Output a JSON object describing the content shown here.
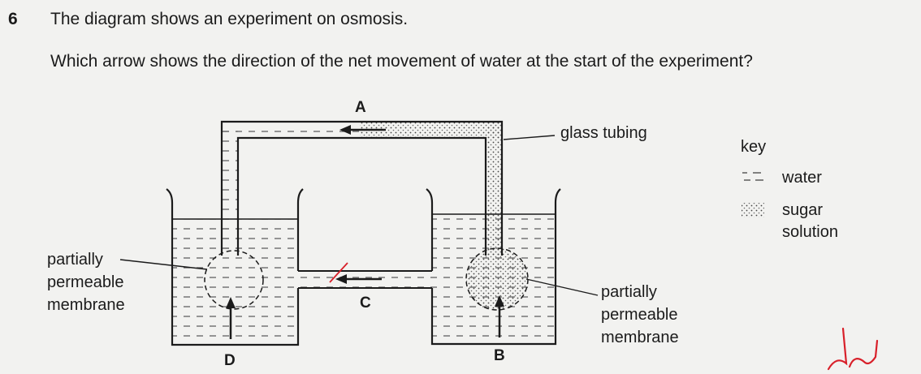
{
  "question": {
    "number": "6",
    "intro": "The diagram shows an experiment on osmosis.",
    "prompt": "Which arrow shows the direction of the net movement of water at the start of the experiment?"
  },
  "diagram": {
    "arrow_labels": {
      "a": "A",
      "b": "B",
      "c": "C",
      "d": "D"
    },
    "glass_tubing_label": "glass tubing",
    "left_membrane_label": [
      "partially",
      "permeable",
      "membrane"
    ],
    "right_membrane_label": [
      "partially",
      "permeable",
      "membrane"
    ]
  },
  "key": {
    "title": "key",
    "water": "water",
    "sugar_solution": [
      "sugar",
      "solution"
    ]
  },
  "colors": {
    "ink": "#1b1b1b",
    "background": "#f2f2f0",
    "annotation": "#d8202a"
  }
}
